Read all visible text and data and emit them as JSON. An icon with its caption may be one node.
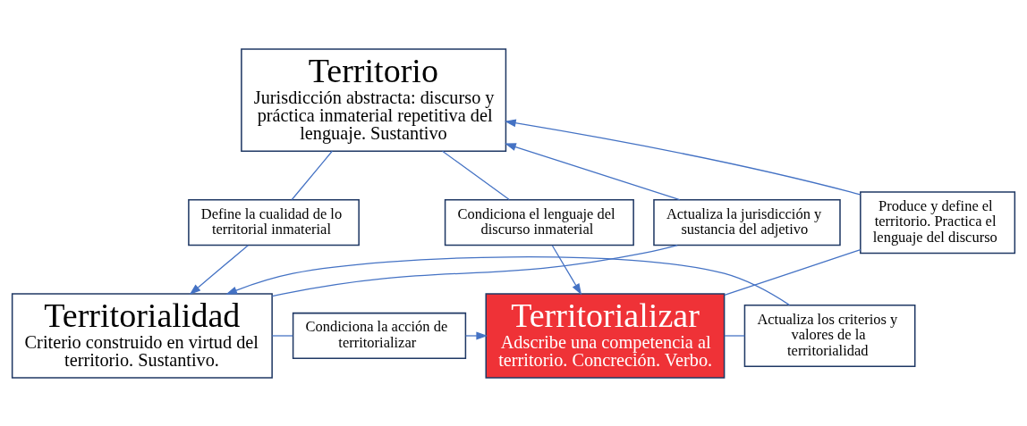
{
  "diagram": {
    "nodes": [
      {
        "text": [
          "Territorio",
          "Jurisdicción abstracta: discurso y práctica inmaterial repetitiva del lenguaje. Sustantivo"
        ]
      },
      {
        "text": [
          "Actualiza la jurisdicción y sustancia del adjetivo"
        ]
      },
      {
        "text": [
          "Define la cualidad de lo territorial inmaterial"
        ]
      },
      {
        "text": [
          "Condiciona el lenguaje del discurso inmaterial"
        ]
      },
      {
        "text": [
          "Produce y define el territorio. Practica el lenguaje del discurso"
        ]
      },
      {
        "text": [
          "Territorialidad",
          "Criterio construido en virtud del territorio. Sustantivo."
        ]
      },
      {
        "text": [
          "Condiciona la acción de territorializar"
        ]
      },
      {
        "text": [
          "Territorializar",
          "Adscribe una competencia al territorio. Concreción. Verbo."
        ]
      },
      {
        "text": [
          "Actualiza los criterios y valores de la territorialidad"
        ]
      }
    ],
    "edges": [
      {
        "from": 5,
        "to": 1,
        "arrow": "none"
      },
      {
        "from": 1,
        "to": 0,
        "arrow": "to"
      },
      {
        "from": 0,
        "to": 2,
        "arrow": "none"
      },
      {
        "from": 2,
        "to": 5,
        "arrow": "to"
      },
      {
        "from": 0,
        "to": 3,
        "arrow": "none"
      },
      {
        "from": 3,
        "to": 7,
        "arrow": "to"
      },
      {
        "from": 7,
        "to": 4,
        "arrow": "none"
      },
      {
        "from": 4,
        "to": 0,
        "arrow": "to"
      },
      {
        "from": 5,
        "to": 6,
        "arrow": "none"
      },
      {
        "from": 6,
        "to": 7,
        "arrow": "to"
      },
      {
        "from": 7,
        "to": 8,
        "arrow": "none"
      },
      {
        "from": 8,
        "to": 5,
        "arrow": "to"
      }
    ]
  }
}
